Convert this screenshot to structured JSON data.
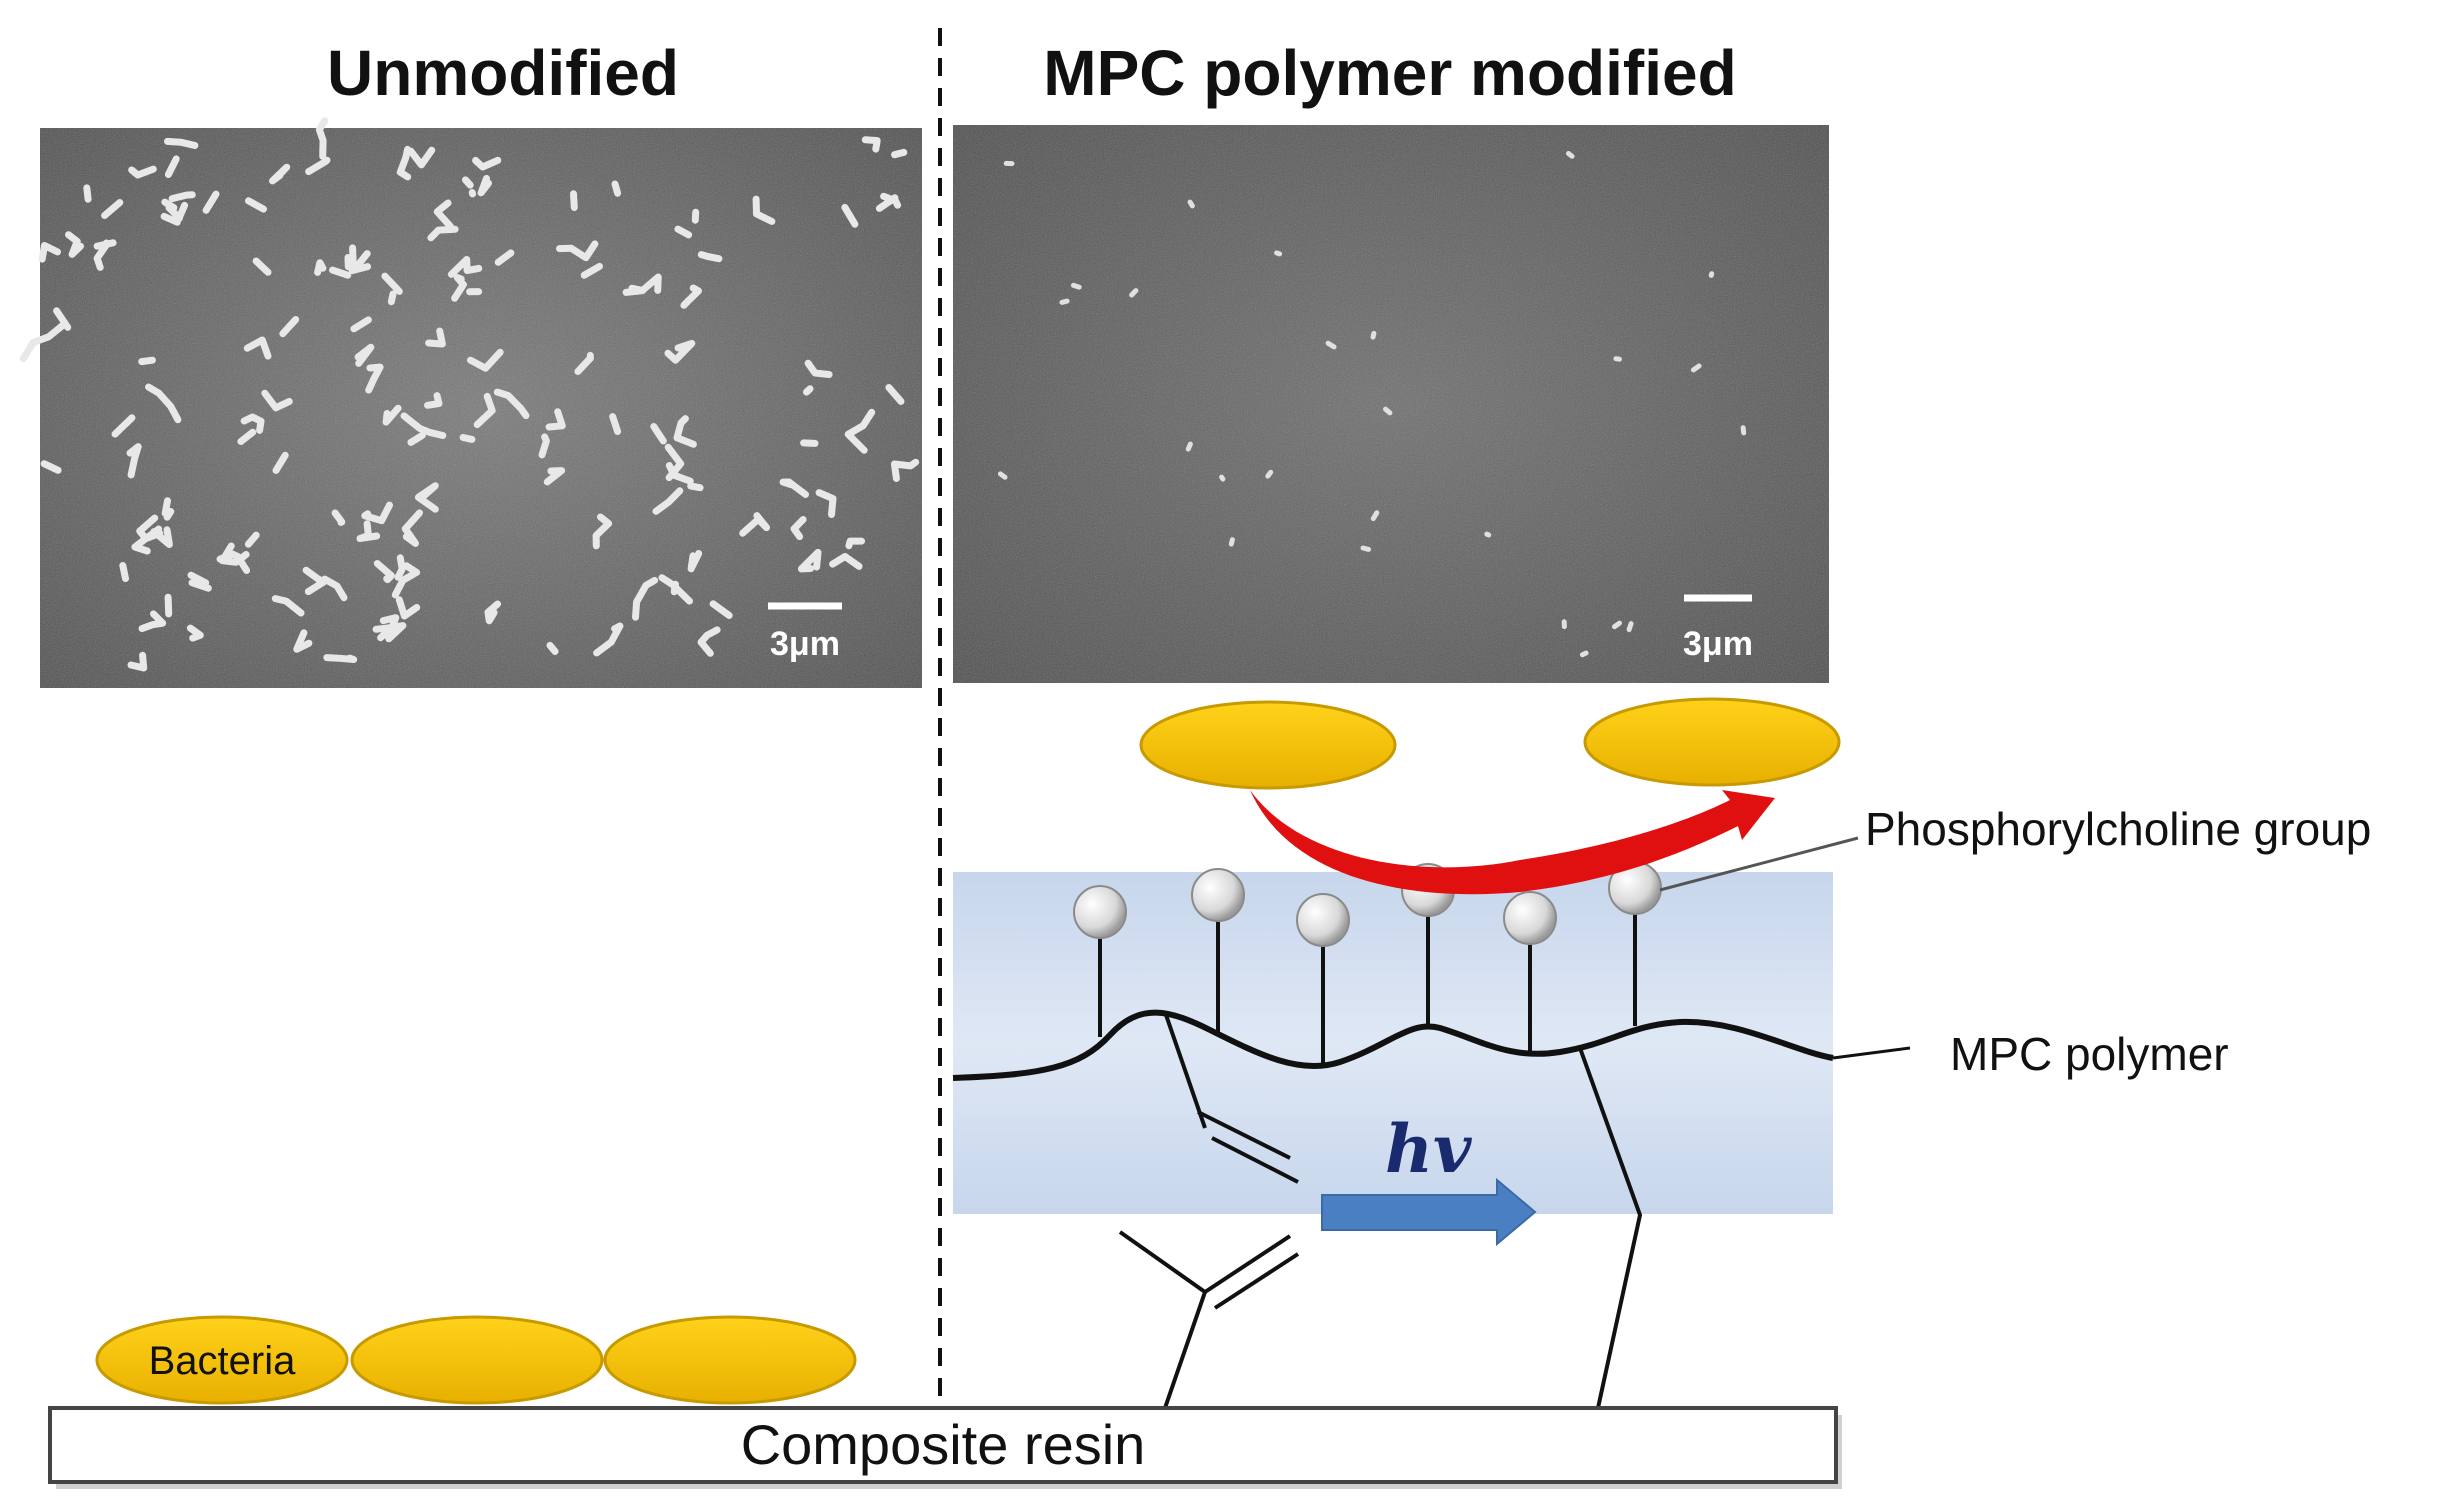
{
  "panels": {
    "left_title": "Unmodified",
    "right_title": "MPC polymer modified"
  },
  "sem": {
    "left_scale": "3μm",
    "right_scale": "3μm"
  },
  "labels": {
    "bacteria": "Bacteria",
    "composite_resin": "Composite resin",
    "phosphorylcholine": "Phosphorylcholine group",
    "mpc_polymer": "MPC polymer",
    "hv": "hv"
  },
  "colors": {
    "bacteria_fill": "#f5c400",
    "bacteria_edge": "#c69a00",
    "repel_arrow": "#e01010",
    "light_arrow": "#4a7fc1",
    "polymer_layer": "#c8d8ee",
    "sem_background": "#6a6a6a"
  }
}
